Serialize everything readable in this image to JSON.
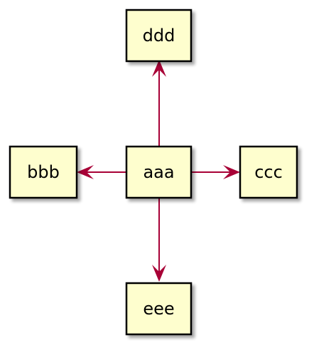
{
  "colors": {
    "node_fill": "#FEFECE",
    "node_border": "#000000",
    "edge": "#A80036",
    "background": "#FFFFFF"
  },
  "nodes": [
    {
      "id": "aaa",
      "label": "aaa"
    },
    {
      "id": "bbb",
      "label": "bbb"
    },
    {
      "id": "ccc",
      "label": "ccc"
    },
    {
      "id": "ddd",
      "label": "ddd"
    },
    {
      "id": "eee",
      "label": "eee"
    }
  ],
  "edges": [
    {
      "from": "aaa",
      "to": "ddd"
    },
    {
      "from": "aaa",
      "to": "bbb"
    },
    {
      "from": "aaa",
      "to": "ccc"
    },
    {
      "from": "aaa",
      "to": "eee"
    }
  ]
}
